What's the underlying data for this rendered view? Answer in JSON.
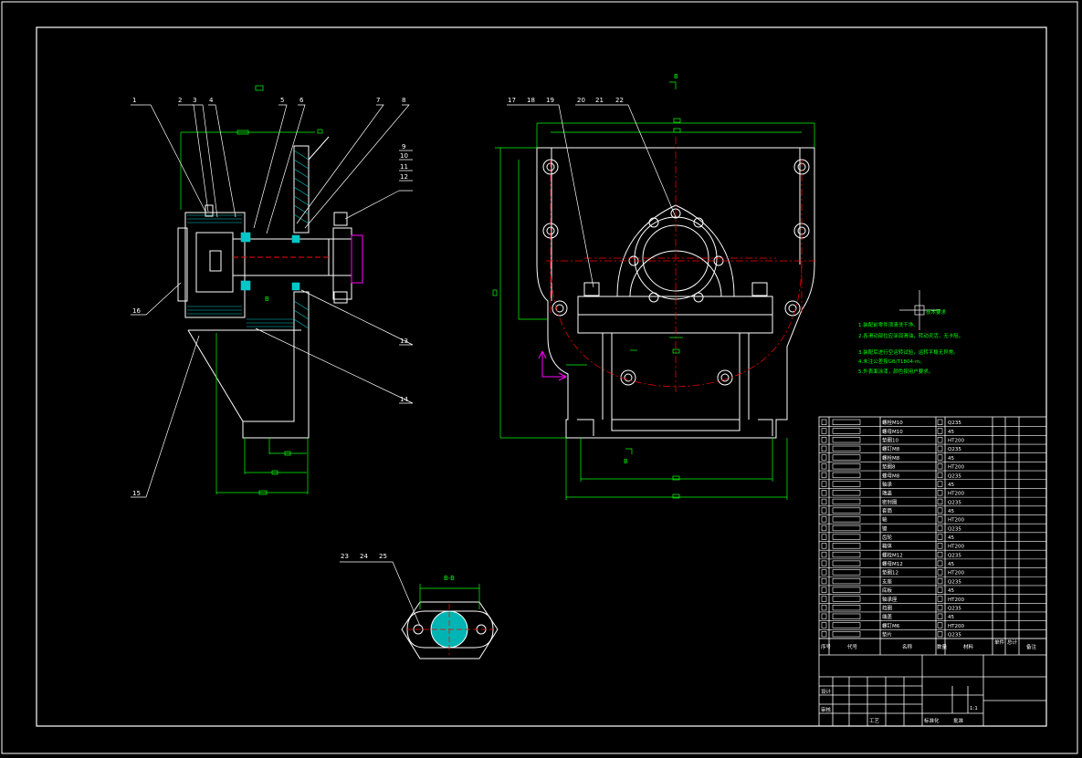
{
  "colors": {
    "background": "#000000",
    "outline": "#ffffff",
    "dimension": "#00ff00",
    "centerline": "#ff0000",
    "hatch": "#00c8c8",
    "magenta": "#ff00ff"
  },
  "balloons_left": [
    "1",
    "2",
    "3",
    "4",
    "5",
    "6",
    "7",
    "8",
    "9",
    "10",
    "11",
    "12",
    "13",
    "14",
    "15",
    "16"
  ],
  "balloons_right": [
    "17",
    "18",
    "19",
    "20",
    "21",
    "22"
  ],
  "balloons_section": [
    "23",
    "24",
    "25"
  ],
  "section_label": "B-B",
  "view_mark": "B",
  "tech_title": "技术要求",
  "tech_notes": [
    "1.装配前零件须清洗干净。",
    "2.各滑动部位应涂润滑油，转动灵活，无卡阻。",
    "3.装配后进行空运转试验，运转平稳无异常。",
    "4.未注公差按GB/T1804-m。",
    "5.外表面涂漆，颜色按用户要求。"
  ],
  "title_block": {
    "header": [
      "序号",
      "代号",
      "名称",
      "数量",
      "材料",
      "单件",
      "总计",
      "备注"
    ],
    "rows": [
      "螺栓M10",
      "螺母M10",
      "垫圈10",
      "螺钉M8",
      "螺栓M8",
      "垫圈8",
      "螺母M8",
      "轴承",
      "端盖",
      "密封圈",
      "套筒",
      "轴",
      "键",
      "齿轮",
      "箱体",
      "螺栓M12",
      "螺母M12",
      "垫圈12",
      "支座",
      "底板",
      "轴承座",
      "挡圈",
      "端盖",
      "螺钉M6",
      "垫片"
    ],
    "materials": [
      "Q235",
      "45",
      "HT200"
    ],
    "sign": [
      "设计",
      "审核",
      "工艺",
      "标准化",
      "批准"
    ],
    "scale": "1:1"
  }
}
